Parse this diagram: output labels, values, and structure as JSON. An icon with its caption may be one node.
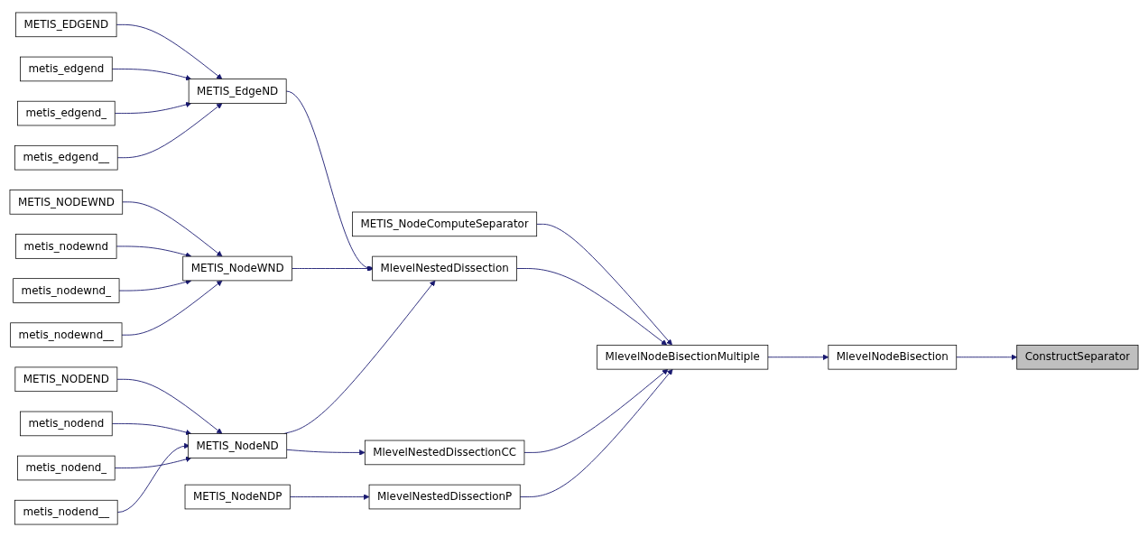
{
  "diagram": {
    "nodes": [
      {
        "text": [
          "METIS_EDGEND"
        ]
      },
      {
        "text": [
          "metis_edgend"
        ]
      },
      {
        "text": [
          "metis_edgend_"
        ]
      },
      {
        "text": [
          "metis_edgend__"
        ]
      },
      {
        "text": [
          "METIS_EdgeND"
        ]
      },
      {
        "text": [
          "METIS_NODEWND"
        ]
      },
      {
        "text": [
          "metis_nodewnd"
        ]
      },
      {
        "text": [
          "metis_nodewnd_"
        ]
      },
      {
        "text": [
          "metis_nodewnd__"
        ]
      },
      {
        "text": [
          "METIS_NodeWND"
        ]
      },
      {
        "text": [
          "METIS_NodeComputeSeparator"
        ]
      },
      {
        "text": [
          "MlevelNestedDissection"
        ]
      },
      {
        "text": [
          "METIS_NODEND"
        ]
      },
      {
        "text": [
          "metis_nodend"
        ]
      },
      {
        "text": [
          "metis_nodend_"
        ]
      },
      {
        "text": [
          "metis_nodend__"
        ]
      },
      {
        "text": [
          "METIS_NodeND"
        ]
      },
      {
        "text": [
          "MlevelNestedDissectionCC"
        ]
      },
      {
        "text": [
          "MlevelNodeBisectionMultiple"
        ]
      },
      {
        "text": [
          "MlevelNodeBisection"
        ]
      },
      {
        "text": [
          "ConstructSeparator"
        ]
      },
      {
        "text": [
          "METIS_NodeNDP"
        ]
      },
      {
        "text": [
          "MlevelNestedDissectionP"
        ]
      }
    ],
    "edges": [
      {
        "from": 0,
        "to": 4,
        "arrow": "to"
      },
      {
        "from": 1,
        "to": 4,
        "arrow": "to"
      },
      {
        "from": 2,
        "to": 4,
        "arrow": "to"
      },
      {
        "from": 3,
        "to": 4,
        "arrow": "to"
      },
      {
        "from": 5,
        "to": 9,
        "arrow": "to"
      },
      {
        "from": 6,
        "to": 9,
        "arrow": "to"
      },
      {
        "from": 7,
        "to": 9,
        "arrow": "to"
      },
      {
        "from": 8,
        "to": 9,
        "arrow": "to"
      },
      {
        "from": 4,
        "to": 11,
        "arrow": "to"
      },
      {
        "from": 9,
        "to": 11,
        "arrow": "to"
      },
      {
        "from": 16,
        "to": 11,
        "arrow": "to"
      },
      {
        "from": 12,
        "to": 16,
        "arrow": "to"
      },
      {
        "from": 13,
        "to": 16,
        "arrow": "to"
      },
      {
        "from": 14,
        "to": 16,
        "arrow": "to"
      },
      {
        "from": 15,
        "to": 16,
        "arrow": "to"
      },
      {
        "from": 16,
        "to": 17,
        "arrow": "to"
      },
      {
        "from": 21,
        "to": 22,
        "arrow": "to"
      },
      {
        "from": 10,
        "to": 18,
        "arrow": "to"
      },
      {
        "from": 11,
        "to": 18,
        "arrow": "to"
      },
      {
        "from": 17,
        "to": 18,
        "arrow": "to"
      },
      {
        "from": 22,
        "to": 18,
        "arrow": "to"
      },
      {
        "from": 18,
        "to": 19,
        "arrow": "to"
      },
      {
        "from": 19,
        "to": 20,
        "arrow": "to"
      }
    ]
  }
}
